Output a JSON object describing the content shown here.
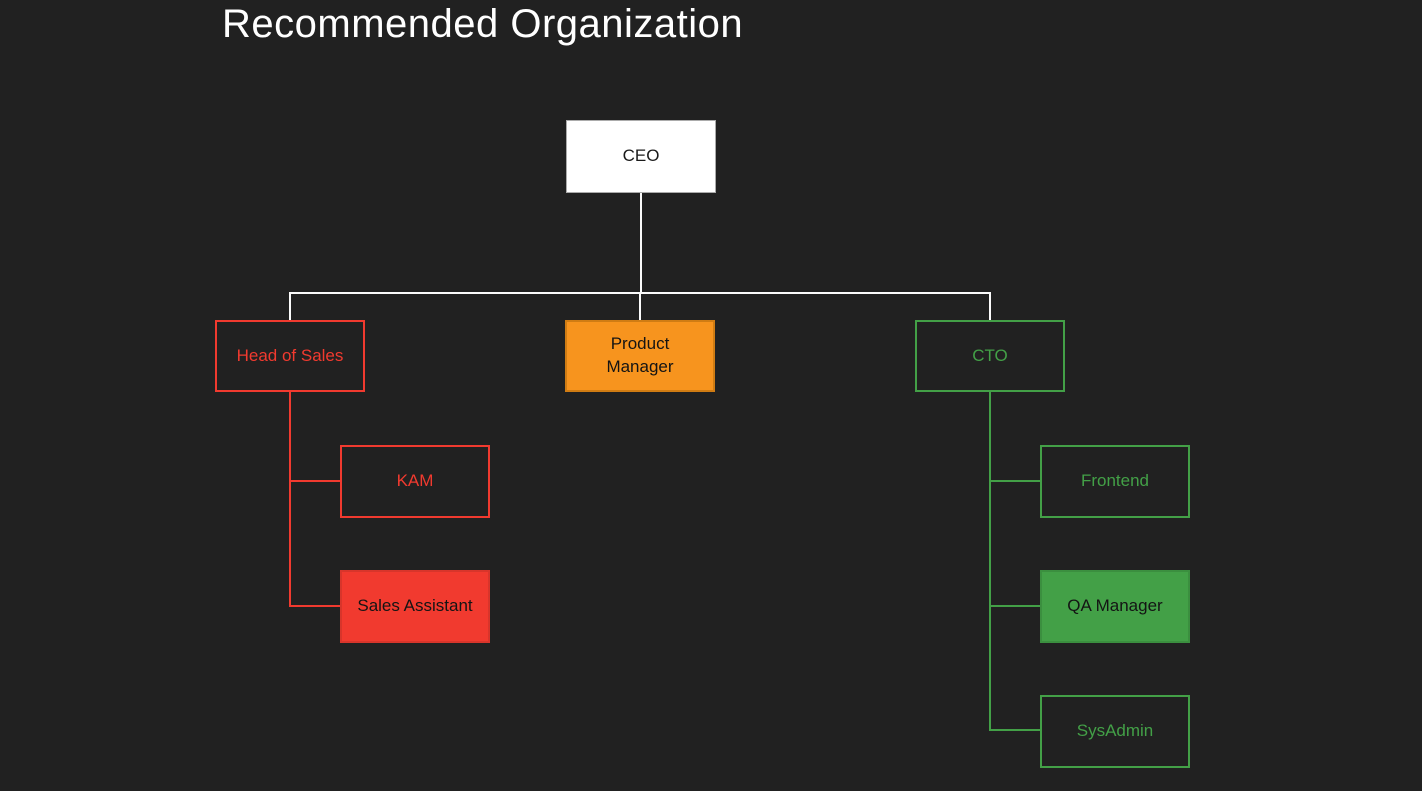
{
  "title": "Recommended Organization",
  "org": {
    "nodes": {
      "ceo": {
        "label": "CEO",
        "style": "white-filled",
        "reports_to": null
      },
      "head_of_sales": {
        "label": "Head of Sales",
        "style": "red-outline",
        "reports_to": "ceo"
      },
      "product_manager": {
        "label": "Product Manager",
        "style": "orange-filled",
        "reports_to": "ceo"
      },
      "cto": {
        "label": "CTO",
        "style": "green-outline",
        "reports_to": "ceo"
      },
      "kam": {
        "label": "KAM",
        "style": "red-outline",
        "reports_to": "head_of_sales"
      },
      "sales_assistant": {
        "label": "Sales Assistant",
        "style": "red-filled",
        "reports_to": "head_of_sales"
      },
      "frontend": {
        "label": "Frontend",
        "style": "green-outline",
        "reports_to": "cto"
      },
      "qa_manager": {
        "label": "QA Manager",
        "style": "green-filled",
        "reports_to": "cto"
      },
      "sysadmin": {
        "label": "SysAdmin",
        "style": "green-outline",
        "reports_to": "cto"
      }
    },
    "edges": [
      {
        "from": "ceo",
        "to": "head_of_sales",
        "color": "#ffffff"
      },
      {
        "from": "ceo",
        "to": "product_manager",
        "color": "#ffffff"
      },
      {
        "from": "ceo",
        "to": "cto",
        "color": "#ffffff"
      },
      {
        "from": "head_of_sales",
        "to": "kam",
        "color": "#f13a2f"
      },
      {
        "from": "head_of_sales",
        "to": "sales_assistant",
        "color": "#f13a2f"
      },
      {
        "from": "cto",
        "to": "frontend",
        "color": "#43a047"
      },
      {
        "from": "cto",
        "to": "qa_manager",
        "color": "#43a047"
      },
      {
        "from": "cto",
        "to": "sysadmin",
        "color": "#43a047"
      }
    ],
    "colors": {
      "background": "#212121",
      "title_text": "#ffffff",
      "connector_white": "#fbfbfb",
      "red": "#f13a2f",
      "orange": "#f7941e",
      "green": "#43a047",
      "dark_text": "#141414"
    }
  }
}
